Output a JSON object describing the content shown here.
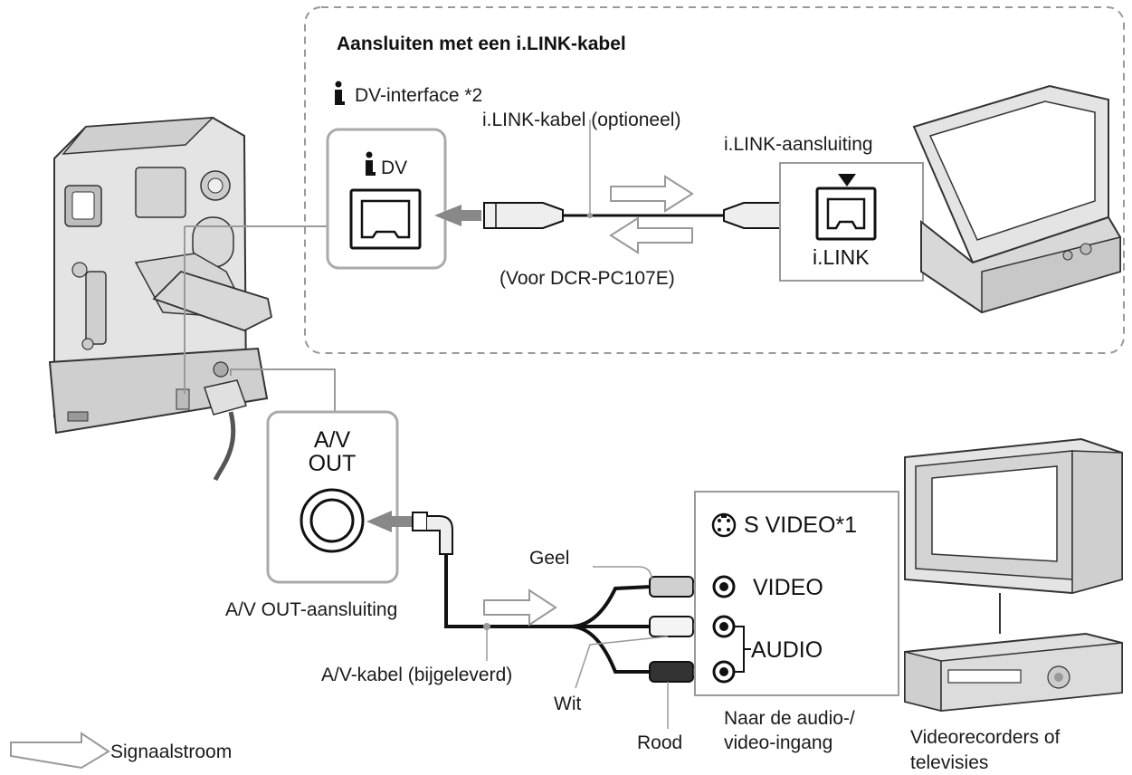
{
  "section_title": "Aansluiten met een i.LINK-kabel",
  "dv_interface_label": "DV-interface *2",
  "dv_port_label": "DV",
  "ilink_cable_label": "i.LINK-kabel (optioneel)",
  "ilink_jack_label": "i.LINK-aansluiting",
  "ilink_port_label": "i.LINK",
  "model_note": "(Voor DCR-PC107E)",
  "av_out_line1": "A/V",
  "av_out_line2": "OUT",
  "av_out_jack_label": "A/V OUT-aansluiting",
  "av_cable_label": "A/V-kabel (bijgeleverd)",
  "plug_yellow": "Geel",
  "plug_white": "Wit",
  "plug_red": "Rood",
  "svideo_label": "S VIDEO*1",
  "video_label": "VIDEO",
  "audio_label": "AUDIO",
  "input_caption_line1": "Naar de audio-/",
  "input_caption_line2": "video-ingang",
  "device_caption_line1": "Videorecorders of",
  "device_caption_line2": "televisies",
  "legend_label": "Signaalstroom",
  "icons": [
    "ilink-logo-icon",
    "signal-arrow-icon",
    "svideo-connector-icon"
  ],
  "colors": {
    "line": "#333333",
    "body": "#e2e2e2",
    "border": "#9a9a9a"
  }
}
